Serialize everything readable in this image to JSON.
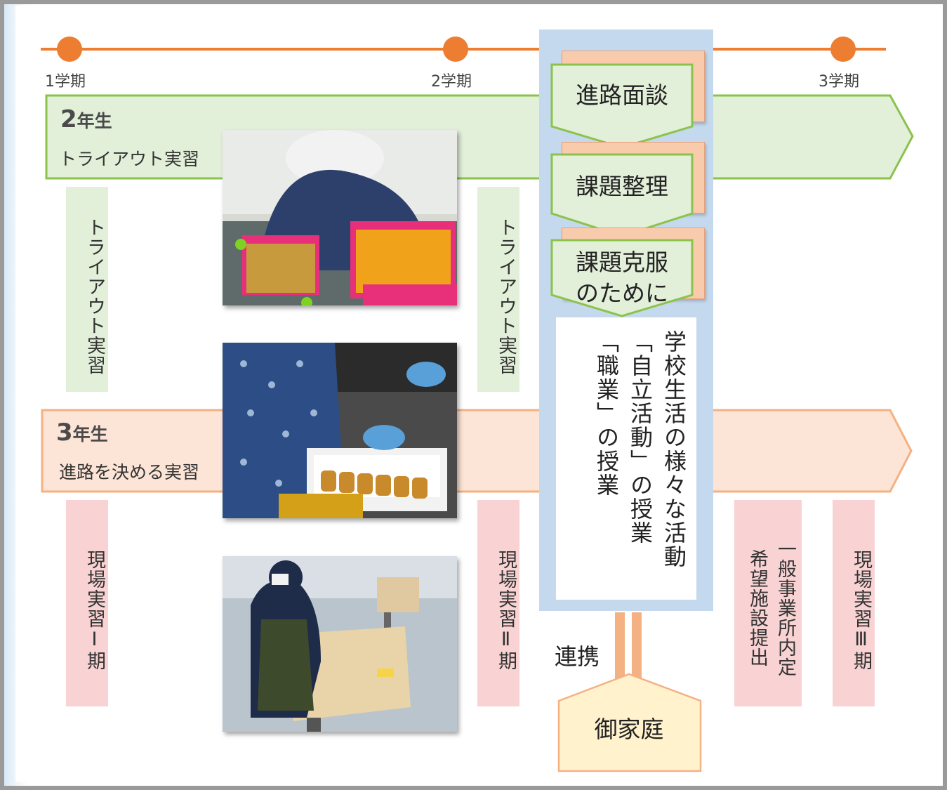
{
  "timeline": {
    "terms": [
      "1学期",
      "2学期",
      "3学期"
    ]
  },
  "grade2": {
    "title_num": "2",
    "title_suffix": "年生",
    "subtitle": "トライアウト実習",
    "labels": [
      "トライアウト実習",
      "トライアウト実習"
    ],
    "color": "#e2efd9",
    "border": "#8bc34a"
  },
  "grade3": {
    "title_num": "3",
    "title_suffix": "年生",
    "subtitle": "進路を決める実習",
    "labels": [
      "現場実習Ⅰ期",
      "現場実習Ⅱ期",
      "一般事業所内定",
      "希望施設提出",
      "現場実習Ⅲ期"
    ],
    "color": "#fce4d6",
    "border": "#f4b183"
  },
  "steps": [
    "進路面談",
    "課題整理",
    "課題克服",
    "のために"
  ],
  "activities": [
    "学校生活の様々な活動",
    "「自立活動」の授業",
    "「職業」の授業"
  ],
  "link_label": "連携",
  "home_label": "御家庭",
  "photos": [
    "photo-sorting",
    "photo-food-prep",
    "photo-table-wiping"
  ],
  "colors": {
    "orange": "#ed7d31",
    "blue_column": "#c5d9ee",
    "step_green": "#e2efd9",
    "step_border": "#8bc34a",
    "step_shadow": "#f8cbad",
    "pink_label": "#f9d3d3",
    "home_fill": "#fff2cc"
  }
}
